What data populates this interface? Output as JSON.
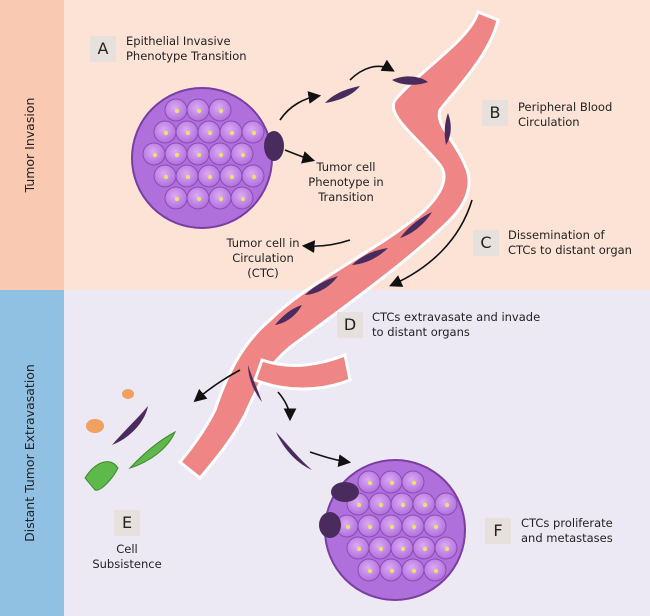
{
  "sidebar": {
    "top_label": "Tumor Invasion",
    "bottom_label": "Distant Tumor Extravasation"
  },
  "steps": {
    "a": {
      "letter": "A",
      "line1": "Epithelial Invasive",
      "line2": "Phenotype Transition"
    },
    "b": {
      "letter": "B",
      "line1": "Peripheral Blood",
      "line2": "Circulation"
    },
    "c": {
      "letter": "C",
      "line1": "Dissemination of",
      "line2": "CTCs to distant organ"
    },
    "d": {
      "letter": "D",
      "line1": "CTCs extravasate and invade",
      "line2": "to distant organs"
    },
    "e": {
      "letter": "E",
      "line1": "Cell",
      "line2": "Subsistence"
    },
    "f": {
      "letter": "F",
      "line1": "CTCs proliferate",
      "line2": "and metastases"
    }
  },
  "callouts": {
    "transition": {
      "line1": "Tumor cell",
      "line2": "Phenotype in",
      "line3": "Transition"
    },
    "circulation": {
      "line1": "Tumor cell in",
      "line2": "Circulation",
      "line3": "(CTC)"
    }
  },
  "colors": {
    "tumor_invasion_band": "#fde3d6",
    "tumor_invasion_side": "#f9c9b1",
    "extravasation_band": "#ece9f5",
    "extravasation_side": "#90c1e2",
    "vessel": "#f08080",
    "tumor_cell": "#c88ae8",
    "ctc_cell": "#4a2b5e",
    "green_cell": "#5fb84a",
    "orange_cell": "#f0a060"
  }
}
